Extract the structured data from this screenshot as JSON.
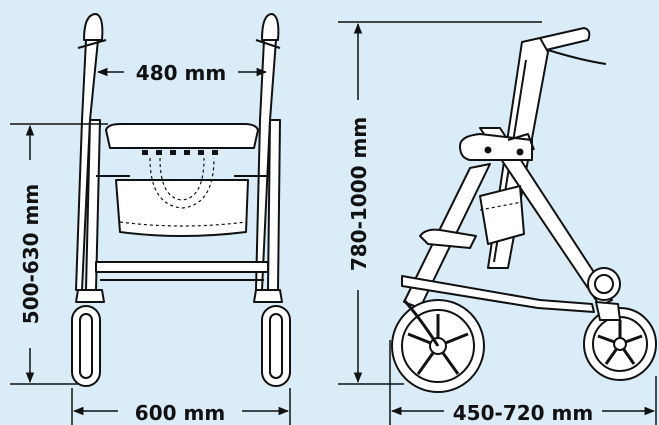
{
  "dimensions": {
    "inner_width": "480 mm",
    "seat_height": "500-630 mm",
    "overall_width": "600 mm",
    "handle_height": "780-1000 mm",
    "depth": "450-720 mm"
  },
  "colors": {
    "background": "#d9ecf7",
    "line": "#111111",
    "fill": "#ffffff"
  }
}
